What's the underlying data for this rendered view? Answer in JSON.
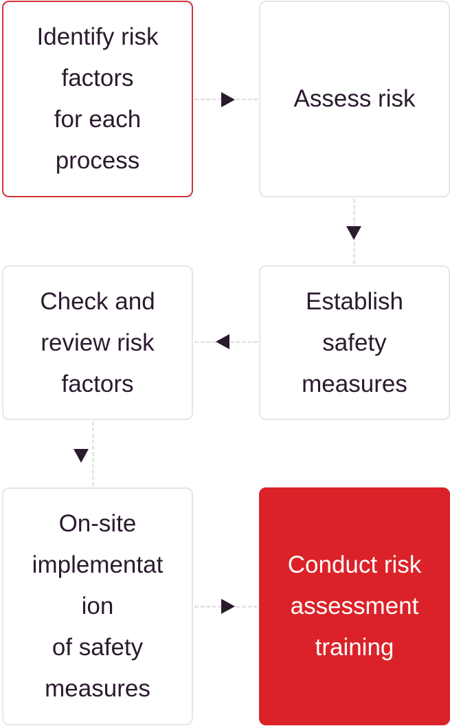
{
  "steps": [
    {
      "text": "Identify risk\nfactors\nfor each\nprocess",
      "style": "outlined"
    },
    {
      "text": "Assess risk",
      "style": "default"
    },
    {
      "text": "Establish\nsafety\nmeasures",
      "style": "default"
    },
    {
      "text": "Check and\nreview risk\nfactors",
      "style": "default"
    },
    {
      "text": "On-site\nimplementat\nion\nof safety\nmeasures",
      "style": "default"
    },
    {
      "text": "Conduct risk\nassessment\ntraining",
      "style": "filled"
    }
  ],
  "colors": {
    "accent": "#db2229",
    "outline_accent": "#d4303a",
    "text": "#2b1a2e",
    "border": "#e6e6e6",
    "arrow": "#2b1a2e"
  }
}
